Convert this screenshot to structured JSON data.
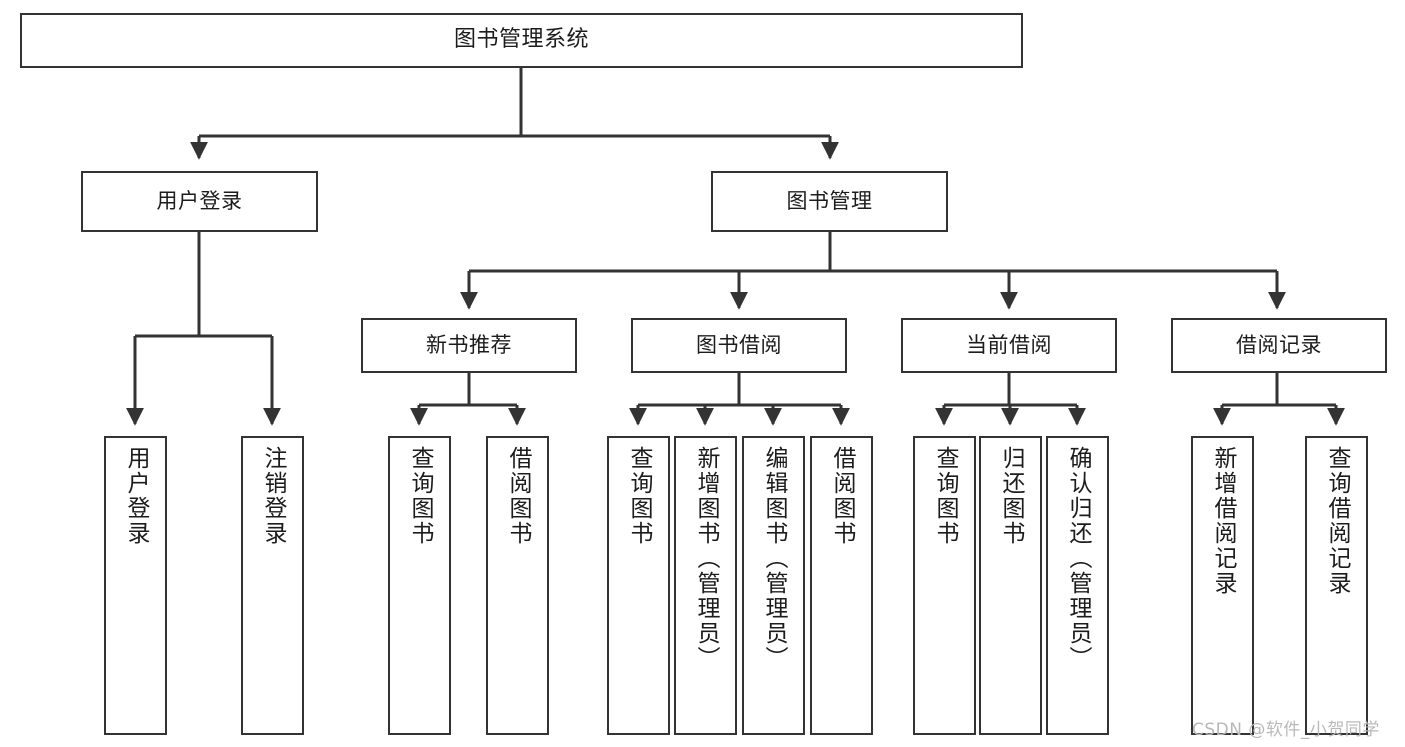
{
  "diagram": {
    "title": "图书管理系统",
    "type": "tree",
    "watermark": "CSDN @软件_小贺同学",
    "colors": {
      "node_border": "#333333",
      "node_fill": "#ffffff",
      "edge": "#333333",
      "text": "#1c1c1c",
      "watermark": "#b9b9b9",
      "background": "#ffffff"
    }
  },
  "nodes": {
    "root": {
      "label": "图书管理系统"
    },
    "level1": [
      {
        "id": "user-login",
        "label": "用户登录"
      },
      {
        "id": "book-manage",
        "label": "图书管理"
      }
    ],
    "level2": [
      {
        "id": "new-book-recommend",
        "label": "新书推荐"
      },
      {
        "id": "book-borrow",
        "label": "图书借阅"
      },
      {
        "id": "current-borrow",
        "label": "当前借阅"
      },
      {
        "id": "borrow-record",
        "label": "借阅记录"
      }
    ],
    "leaves": {
      "user-login": [
        {
          "id": "leaf-user-login",
          "label": "用户登录"
        },
        {
          "id": "leaf-logout-login",
          "label": "注销登录"
        }
      ],
      "new-book-recommend": [
        {
          "id": "leaf-query-book-1",
          "label": "查询图书"
        },
        {
          "id": "leaf-borrow-book-1",
          "label": "借阅图书"
        }
      ],
      "book-borrow": [
        {
          "id": "leaf-query-book-2",
          "label": "查询图书"
        },
        {
          "id": "leaf-add-book",
          "label": "新增图书（管理员）"
        },
        {
          "id": "leaf-edit-book",
          "label": "编辑图书（管理员）"
        },
        {
          "id": "leaf-borrow-book-2",
          "label": "借阅图书"
        }
      ],
      "current-borrow": [
        {
          "id": "leaf-query-book-3",
          "label": "查询图书"
        },
        {
          "id": "leaf-return-book",
          "label": "归还图书"
        },
        {
          "id": "leaf-confirm-return",
          "label": "确认归还（管理员）"
        }
      ],
      "borrow-record": [
        {
          "id": "leaf-add-record",
          "label": "新增借阅记录"
        },
        {
          "id": "leaf-query-record",
          "label": "查询借阅记录"
        }
      ]
    }
  }
}
